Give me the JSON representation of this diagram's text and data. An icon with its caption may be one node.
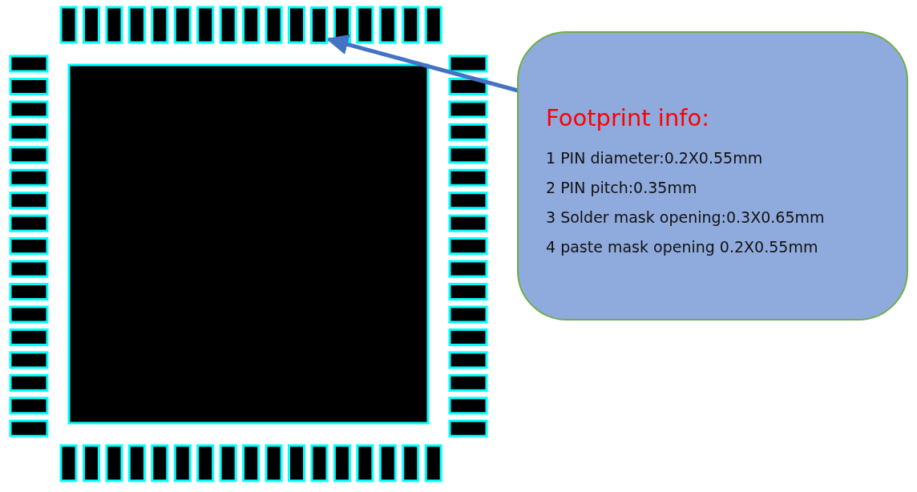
{
  "diagram": {
    "nodes": [
      {
        "text": [
          "Footprint info:",
          "1 PIN diameter:0.2X0.55mm",
          "2 PIN pitch:0.35mm",
          "3 Solder mask opening:0.3X0.65mm",
          "4 paste mask opening 0.2X0.55mm"
        ]
      },
      {
        "text": [],
        "shape": "box"
      }
    ],
    "edges": [
      {
        "from": 0,
        "to": 1,
        "arrow": "to"
      }
    ]
  }
}
